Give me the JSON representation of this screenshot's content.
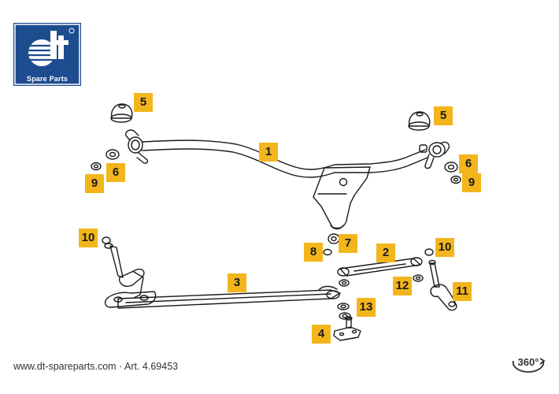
{
  "brand": {
    "logo_text": "dt",
    "tagline": "Spare Parts",
    "color": "#1d4c8f"
  },
  "footer": {
    "text": "www.dt-spareparts.com · Art. 4.69453"
  },
  "view_360": {
    "label": "360°",
    "icon": "rotate-360-icon"
  },
  "callout_color": "#f2b61c",
  "callouts": [
    {
      "number": "1"
    },
    {
      "number": "2"
    },
    {
      "number": "3"
    },
    {
      "number": "4"
    },
    {
      "number": "5"
    },
    {
      "number": "5"
    },
    {
      "number": "6"
    },
    {
      "number": "6"
    },
    {
      "number": "7"
    },
    {
      "number": "8"
    },
    {
      "number": "9"
    },
    {
      "number": "9"
    },
    {
      "number": "10"
    },
    {
      "number": "10"
    },
    {
      "number": "11"
    },
    {
      "number": "12"
    },
    {
      "number": "13"
    }
  ]
}
